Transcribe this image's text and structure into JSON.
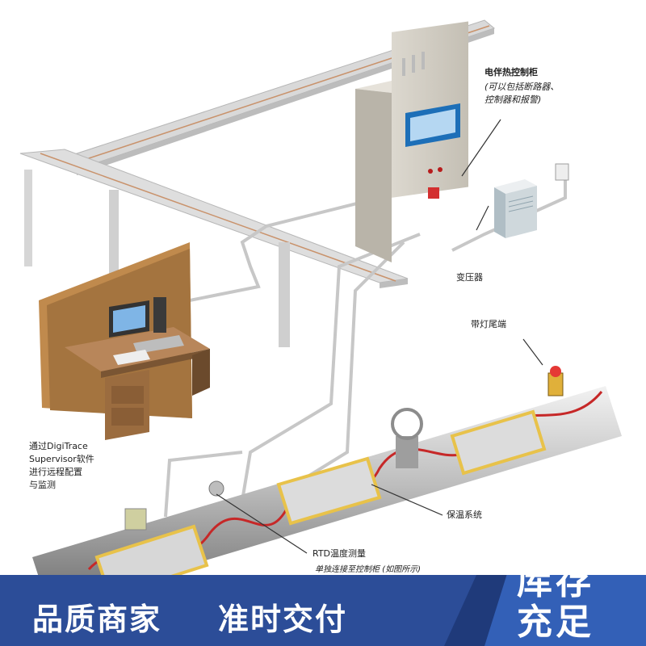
{
  "labels": {
    "cabinet_title": "电伴热控制柜",
    "cabinet_note_1": "(可以包括断路器、",
    "cabinet_note_2": "控制器和报警)",
    "transformer": "变压器",
    "end_light": "带灯尾端",
    "software_1": "通过DigiTrace",
    "software_2": "Supervisor软件",
    "software_3": "进行远程配置",
    "software_4": "与监测",
    "insulation": "保温系统",
    "rtd": "RTD温度测量",
    "rtd_note": "单独连接至控制柜 (如图所示)"
  },
  "banner": {
    "left_1": "品质商家",
    "left_2": "准时交付",
    "right_1": "库存",
    "right_2": "充足"
  },
  "colors": {
    "banner_dark": "#1f3a7a",
    "banner_light": "#3360b7",
    "heat_cable": "#c62828",
    "insulation_band": "#e8c24a"
  }
}
